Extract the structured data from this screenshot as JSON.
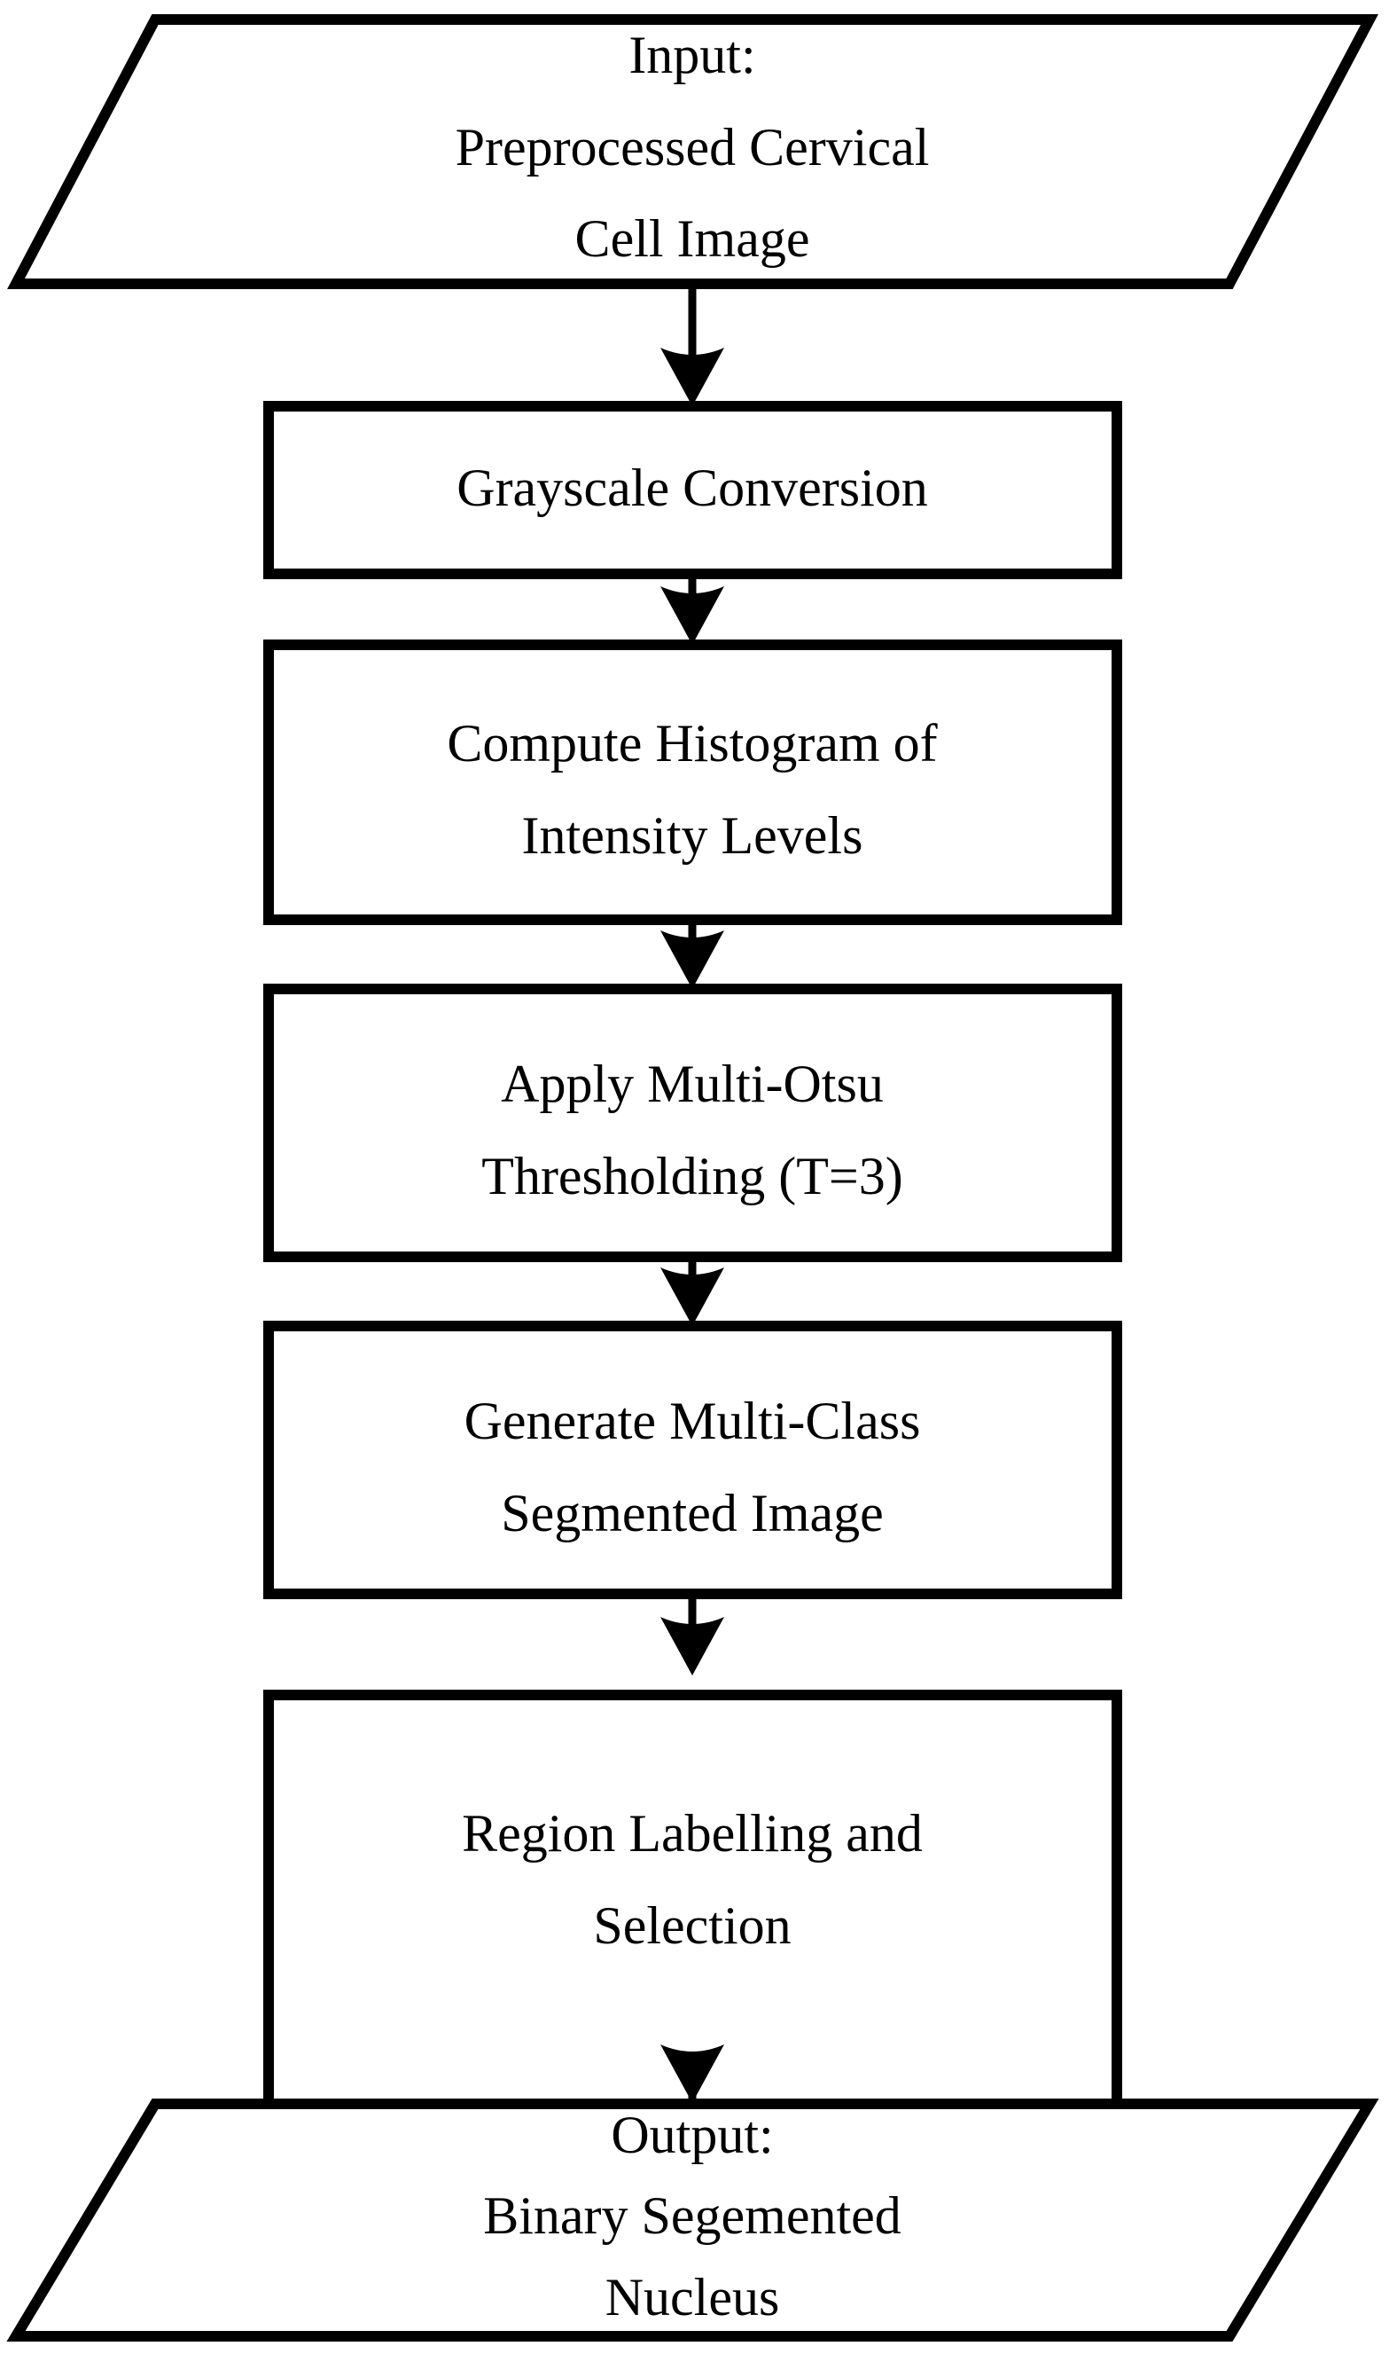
{
  "diagram": {
    "title": "Multi-Otsu Cervical Cell Nucleus Segmentation Flowchart",
    "orientation": "top-to-bottom",
    "background_color": "#FFFFFF",
    "line_color": "#000000",
    "fill_color": "#FFFFFF",
    "nodes": [
      {
        "id": "input",
        "shape": "parallelogram",
        "role": "input",
        "lines": [
          "Input:",
          "Preprocessed Cervical",
          "Cell Image"
        ]
      },
      {
        "id": "grayscale",
        "shape": "rectangle",
        "role": "process",
        "lines": [
          "Grayscale Conversion"
        ]
      },
      {
        "id": "histogram",
        "shape": "rectangle",
        "role": "process",
        "lines": [
          "Compute Histogram of",
          "Intensity Levels"
        ]
      },
      {
        "id": "otsu",
        "shape": "rectangle",
        "role": "process",
        "lines": [
          "Apply Multi-Otsu",
          "Thresholding (T=3)"
        ]
      },
      {
        "id": "multiclass",
        "shape": "rectangle",
        "role": "process",
        "lines": [
          "Generate Multi-Class",
          "Segmented Image"
        ]
      },
      {
        "id": "labelling",
        "shape": "rectangle",
        "role": "process",
        "lines": [
          "Region Labelling and",
          "Selection"
        ]
      },
      {
        "id": "output",
        "shape": "parallelogram",
        "role": "output",
        "lines": [
          "Output:",
          "Binary Segemented",
          "Nucleus"
        ]
      }
    ],
    "edges": [
      {
        "id": "e1",
        "from": "input",
        "to": "grayscale",
        "arrow": "filled-triangle",
        "label": ""
      },
      {
        "id": "e2",
        "from": "grayscale",
        "to": "histogram",
        "arrow": "filled-triangle",
        "label": ""
      },
      {
        "id": "e3",
        "from": "histogram",
        "to": "otsu",
        "arrow": "filled-triangle",
        "label": ""
      },
      {
        "id": "e4",
        "from": "otsu",
        "to": "multiclass",
        "arrow": "filled-triangle",
        "label": ""
      },
      {
        "id": "e5",
        "from": "multiclass",
        "to": "labelling",
        "arrow": "filled-triangle",
        "label": ""
      },
      {
        "id": "e6",
        "from": "labelling",
        "to": "output",
        "arrow": "filled-triangle",
        "label": ""
      }
    ]
  }
}
